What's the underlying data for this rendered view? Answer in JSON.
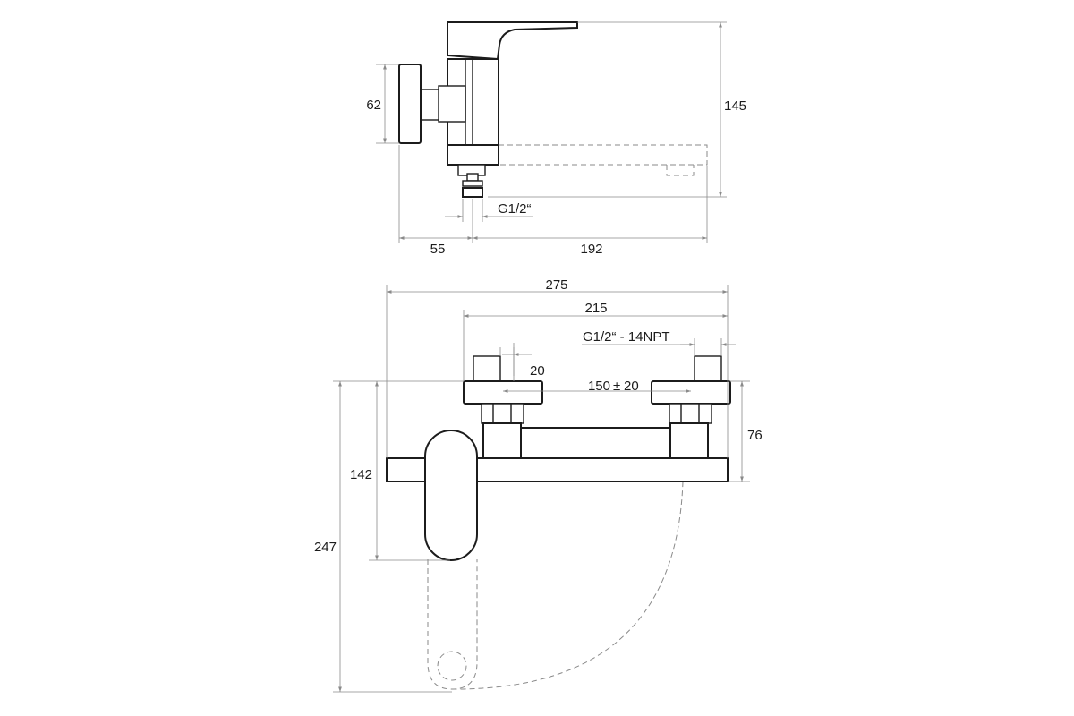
{
  "dimensions": {
    "side_view": {
      "height_62": "62",
      "height_145": "145",
      "thread_g12": "G1/2“",
      "width_55": "55",
      "width_192": "192"
    },
    "front_view": {
      "width_275": "275",
      "width_215": "215",
      "thread_g12_14npt": "G1/2“ - 14NPT",
      "width_20": "20",
      "spacing_150": "150",
      "tolerance_20": "20",
      "height_76": "76",
      "height_142": "142",
      "height_247": "247"
    }
  },
  "colors": {
    "outline": "#1c1c1c",
    "dimension": "#8a8a8a",
    "background": "#ffffff"
  }
}
